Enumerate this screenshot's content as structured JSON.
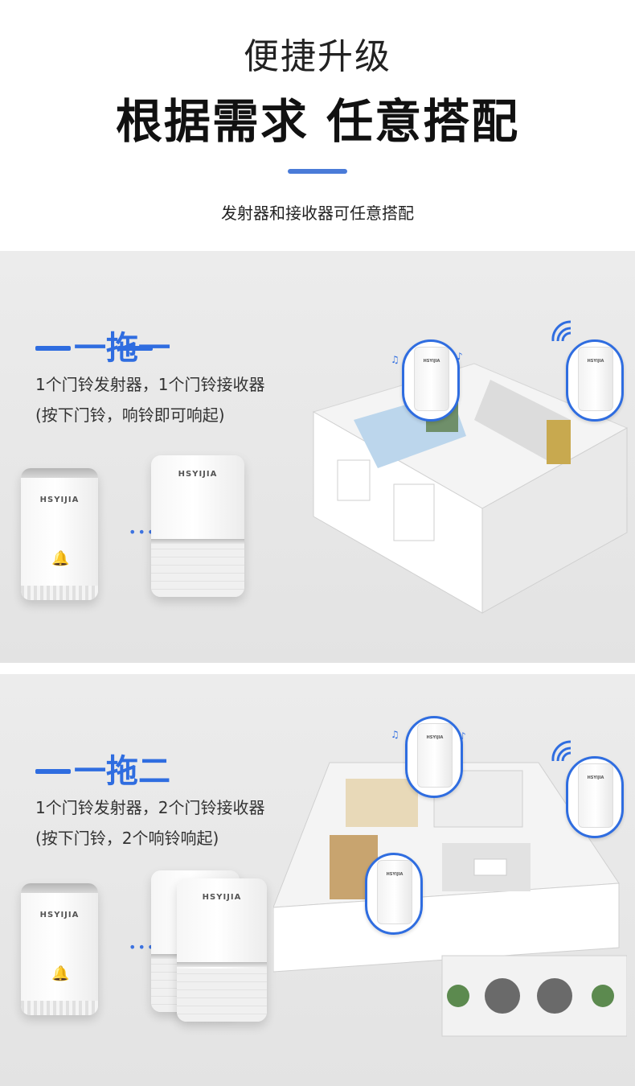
{
  "header": {
    "kicker": "便捷升级",
    "headline": "根据需求 任意搭配",
    "caption": "发射器和接收器可任意搭配"
  },
  "sections": [
    {
      "title": "一拖一",
      "line1": "1个门铃发射器，1个门铃接收器",
      "line2": "(按下门铃，响铃即可响起)"
    },
    {
      "title": "一拖二",
      "line1": "1个门铃发射器，2个门铃接收器",
      "line2": "(按下门铃，2个响铃响起)"
    }
  ],
  "device": {
    "brand": "HSYIJIA",
    "bell_icon": "bell-icon",
    "dots": "•••"
  },
  "colors": {
    "accent": "#2f6de0",
    "divider": "#4a7bd8",
    "panel_bg": "#e8e8e8"
  }
}
